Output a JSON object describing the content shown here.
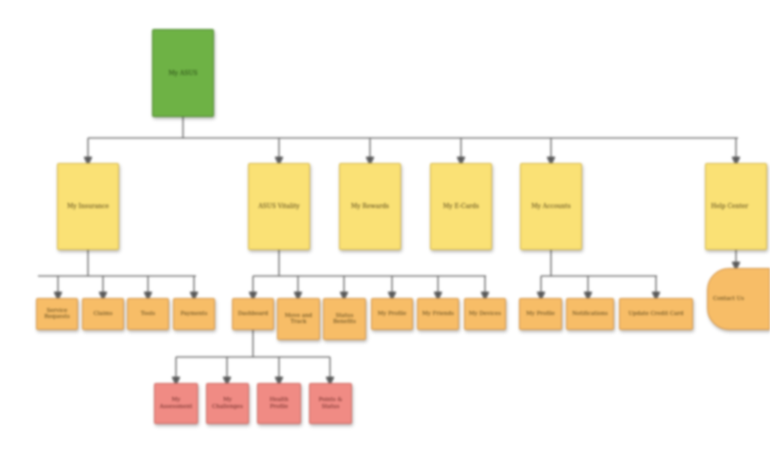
{
  "diagram": {
    "root": {
      "label": "My ASUS"
    },
    "sections": [
      {
        "label": "My Insurance"
      },
      {
        "label": "ASUS Vitality"
      },
      {
        "label": "My Rewards"
      },
      {
        "label": "My E-Cards"
      },
      {
        "label": "My Accounts"
      },
      {
        "label": "Help Center"
      }
    ],
    "leaves": [
      {
        "label": "Service Requests"
      },
      {
        "label": "Claims"
      },
      {
        "label": "Tools"
      },
      {
        "label": "Payments"
      },
      {
        "label": "Dashboard"
      },
      {
        "label": "Move and Track"
      },
      {
        "label": "Status Benefits"
      },
      {
        "label": "My Profile"
      },
      {
        "label": "My Friends"
      },
      {
        "label": "My Devices"
      },
      {
        "label": "My Profile"
      },
      {
        "label": "Notifications"
      },
      {
        "label": "Update Credit Card"
      },
      {
        "label": "Contact Us"
      }
    ],
    "sub_items": [
      {
        "label": "My Assessment"
      },
      {
        "label": "My Challenges"
      },
      {
        "label": "Health Profile"
      },
      {
        "label": "Points & Status"
      }
    ]
  }
}
